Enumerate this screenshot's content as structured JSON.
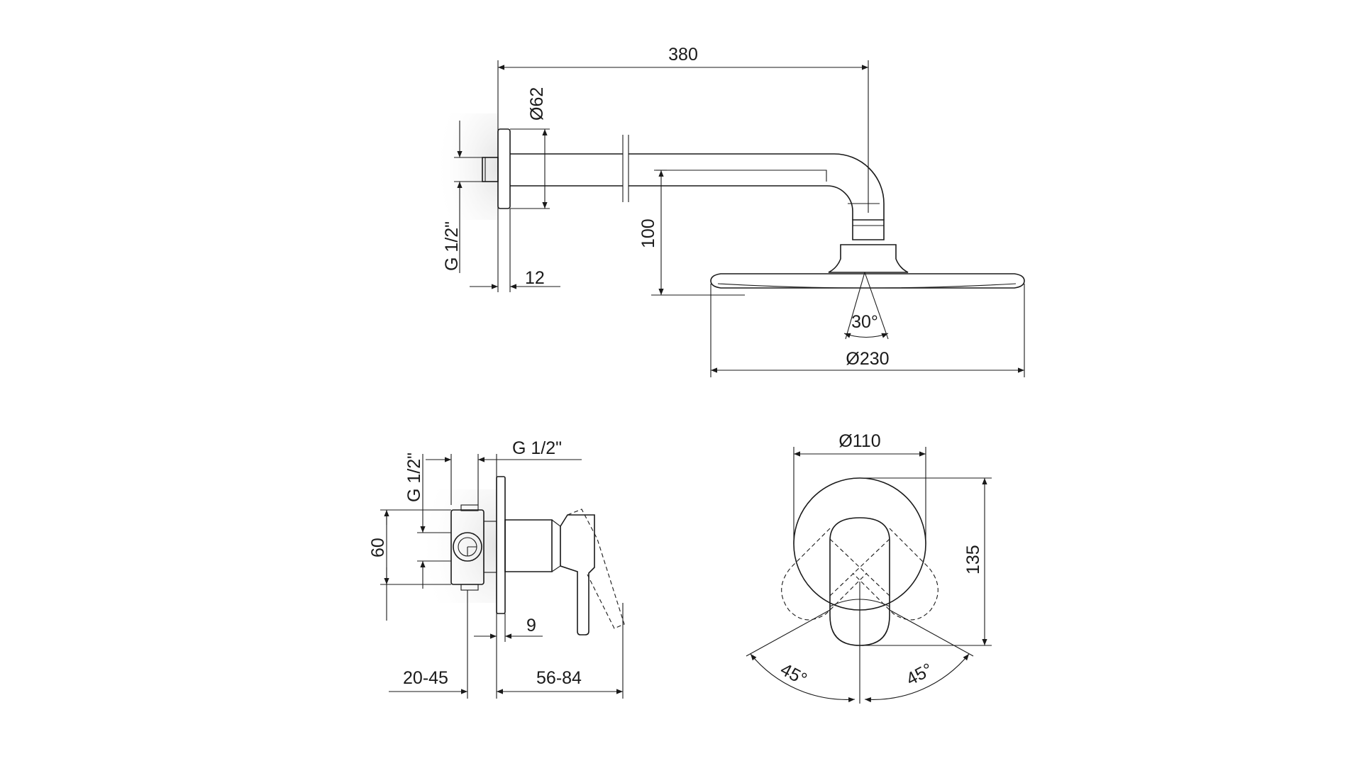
{
  "shower_head_view": {
    "dims": {
      "arm_length": "380",
      "flange_diameter": "Ø62",
      "inlet_thread": "G 1/2\"",
      "flange_thickness": "12",
      "drop_height": "100",
      "spray_angle": "30°",
      "head_diameter": "Ø230"
    }
  },
  "mixer_side_view": {
    "dims": {
      "thread_top": "G 1/2\"",
      "thread_side": "G 1/2\"",
      "body_height": "60",
      "plate_gap": "9",
      "install_depth": "20-45",
      "projection": "56-84"
    }
  },
  "mixer_front_view": {
    "dims": {
      "plate_diameter": "Ø110",
      "total_height": "135",
      "rotation_left": "45°",
      "rotation_right": "45°"
    }
  }
}
